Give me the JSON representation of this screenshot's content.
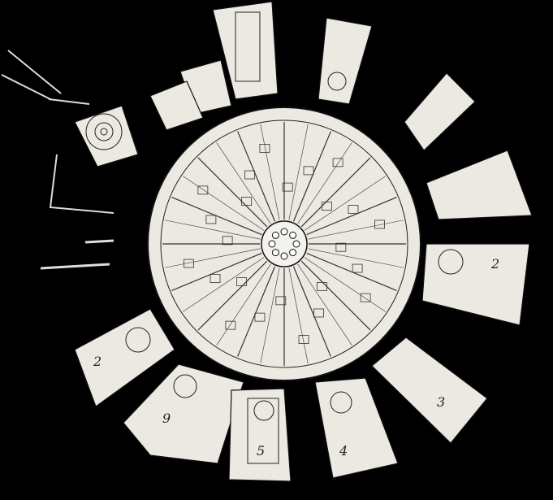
{
  "diagram": {
    "kind": "circular-floor-plan",
    "colors": {
      "background": "#000000",
      "paper": "#ece9e2",
      "ink": "#1a1a1a"
    },
    "room_labels": [
      "2",
      "2",
      "9",
      "5",
      "4",
      "3"
    ]
  }
}
